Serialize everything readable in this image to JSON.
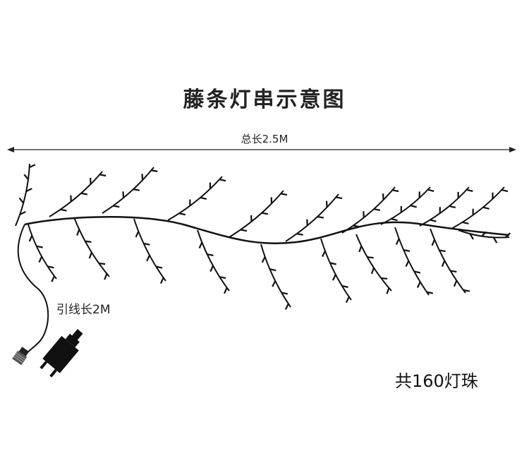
{
  "title": "藤条灯串示意图",
  "total_length_label": "总长2.5M",
  "lead_length_label": "引线长2M",
  "bulb_count_label": "共160灯珠",
  "colors": {
    "line": "#111111",
    "connector": "#444444"
  }
}
